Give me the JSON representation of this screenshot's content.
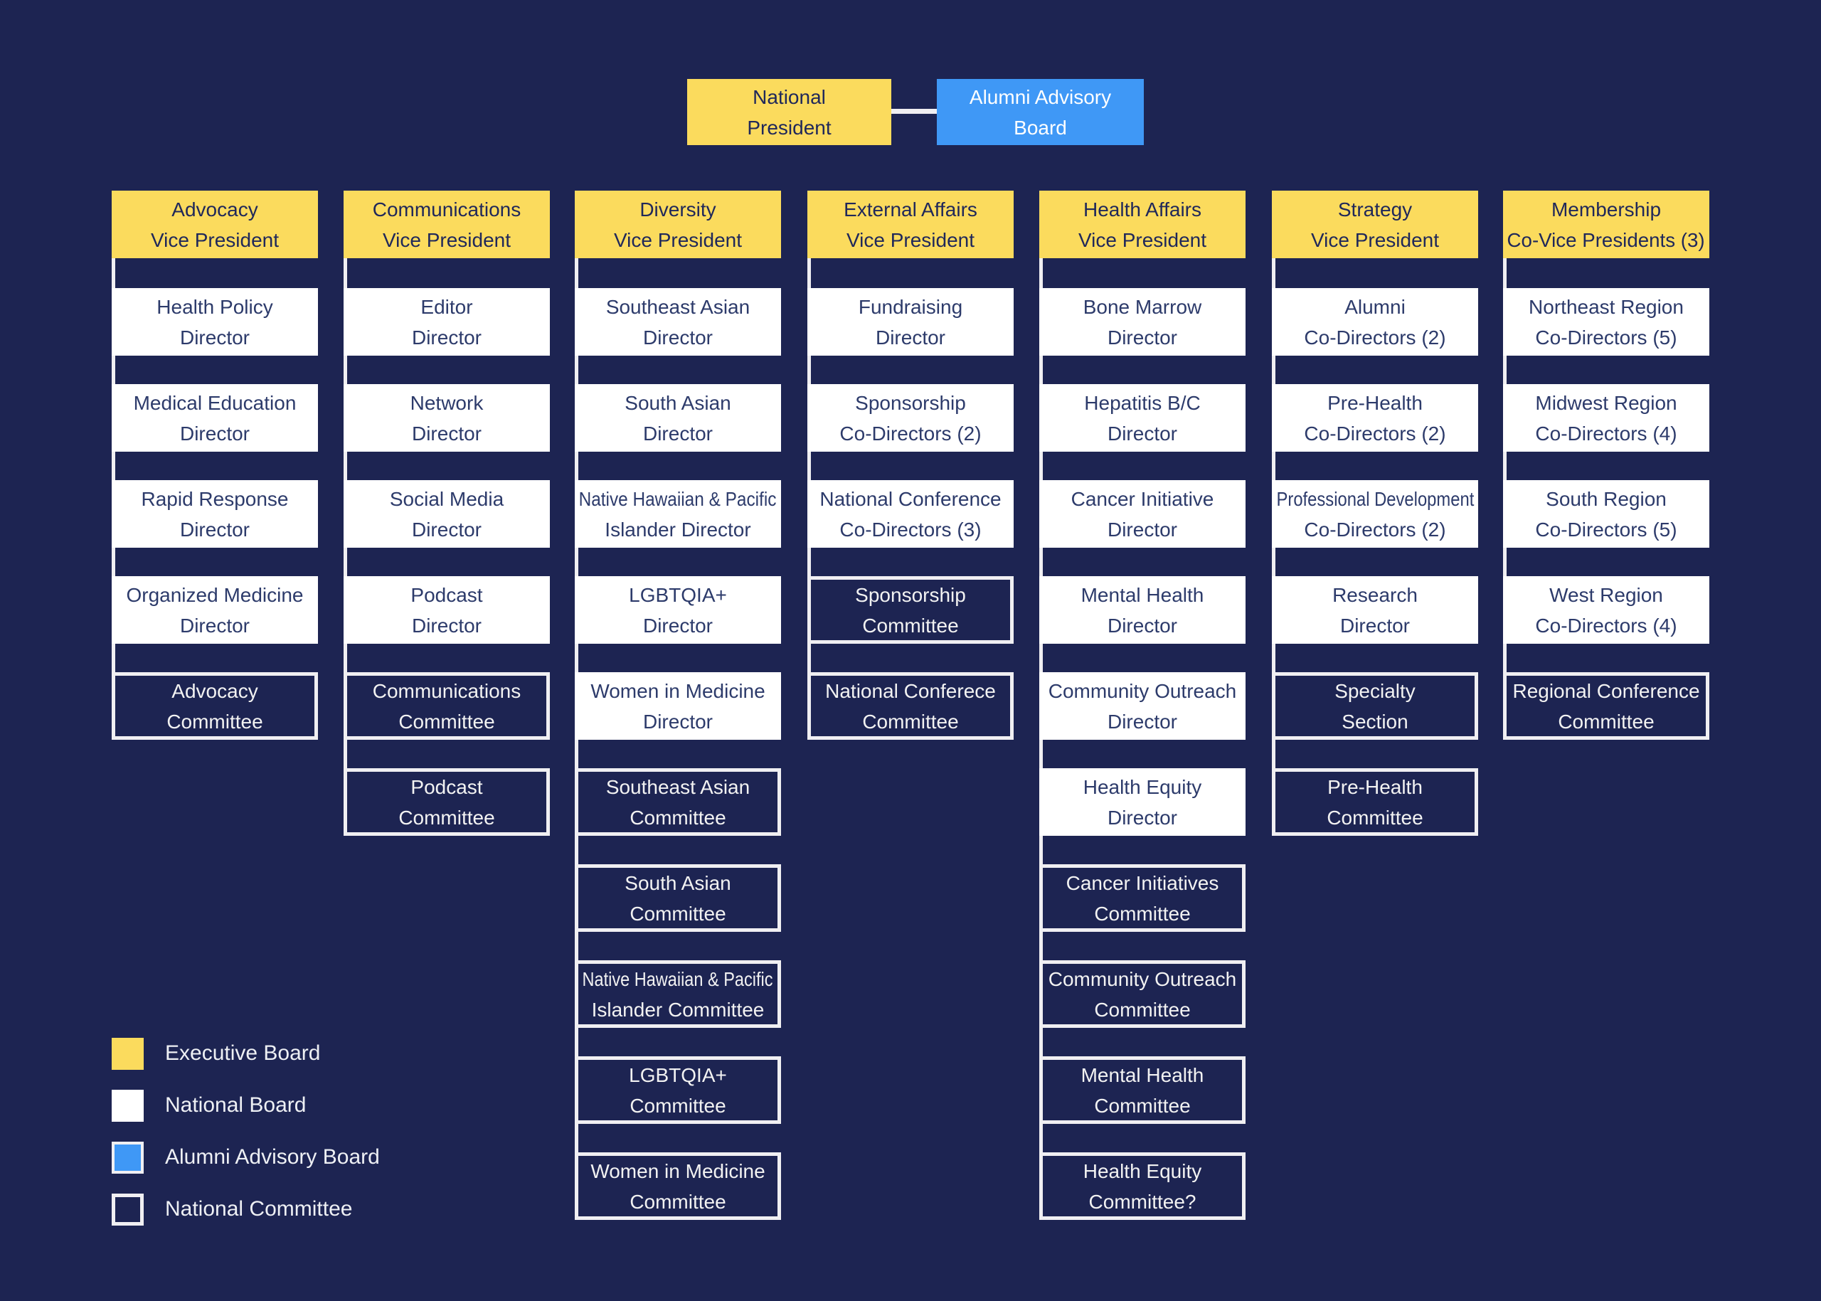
{
  "colors": {
    "background": "#1d2452",
    "executive_board": "#fbdb5d",
    "national_board": "#ffffff",
    "alumni_advisory_board": "#3f98f6",
    "committee_outline": "#f0eff2",
    "dark_text": "#20285a",
    "director_text": "#2d3b6b",
    "light_text": "#f2f2f2"
  },
  "top": {
    "president": {
      "lines": [
        "National",
        "President"
      ],
      "type": "executive"
    },
    "alumni_board": {
      "lines": [
        "Alumni Advisory",
        "Board"
      ],
      "type": "alumni"
    }
  },
  "columns": [
    {
      "header": {
        "lines": [
          "Advocacy",
          "Vice President"
        ]
      },
      "boxes": [
        {
          "lines": [
            "Health Policy",
            "Director"
          ],
          "type": "director"
        },
        {
          "lines": [
            "Medical Education",
            "Director"
          ],
          "type": "director"
        },
        {
          "lines": [
            "Rapid Response",
            "Director"
          ],
          "type": "director"
        },
        {
          "lines": [
            "Organized Medicine",
            "Director"
          ],
          "type": "director"
        },
        {
          "lines": [
            "Advocacy",
            "Committee"
          ],
          "type": "committee"
        }
      ]
    },
    {
      "header": {
        "lines": [
          "Communications",
          "Vice President"
        ]
      },
      "boxes": [
        {
          "lines": [
            "Editor",
            "Director"
          ],
          "type": "director"
        },
        {
          "lines": [
            "Network",
            "Director"
          ],
          "type": "director"
        },
        {
          "lines": [
            "Social Media",
            "Director"
          ],
          "type": "director"
        },
        {
          "lines": [
            "Podcast",
            "Director"
          ],
          "type": "director"
        },
        {
          "lines": [
            "Communications",
            "Committee"
          ],
          "type": "committee"
        },
        {
          "lines": [
            "Podcast",
            "Committee"
          ],
          "type": "committee"
        }
      ]
    },
    {
      "header": {
        "lines": [
          "Diversity",
          "Vice President"
        ]
      },
      "boxes": [
        {
          "lines": [
            "Southeast Asian",
            "Director"
          ],
          "type": "director"
        },
        {
          "lines": [
            "South Asian",
            "Director"
          ],
          "type": "director"
        },
        {
          "lines": [
            "Native Hawaiian & Pacific",
            "Islander Director"
          ],
          "type": "director"
        },
        {
          "lines": [
            "LGBTQIA+",
            "Director"
          ],
          "type": "director"
        },
        {
          "lines": [
            "Women in Medicine",
            "Director"
          ],
          "type": "director"
        },
        {
          "lines": [
            "Southeast Asian",
            "Committee"
          ],
          "type": "committee"
        },
        {
          "lines": [
            "South Asian",
            "Committee"
          ],
          "type": "committee"
        },
        {
          "lines": [
            "Native Hawaiian & Pacific",
            "Islander Committee"
          ],
          "type": "committee"
        },
        {
          "lines": [
            "LGBTQIA+",
            "Committee"
          ],
          "type": "committee"
        },
        {
          "lines": [
            "Women in Medicine",
            "Committee"
          ],
          "type": "committee"
        }
      ]
    },
    {
      "header": {
        "lines": [
          "External Affairs",
          "Vice President"
        ]
      },
      "boxes": [
        {
          "lines": [
            "Fundraising",
            "Director"
          ],
          "type": "director"
        },
        {
          "lines": [
            "Sponsorship",
            "Co-Directors (2)"
          ],
          "type": "director"
        },
        {
          "lines": [
            "National Conference",
            "Co-Directors (3)"
          ],
          "type": "director"
        },
        {
          "lines": [
            "Sponsorship",
            "Committee"
          ],
          "type": "committee"
        },
        {
          "lines": [
            "National Conferece",
            "Committee"
          ],
          "type": "committee"
        }
      ]
    },
    {
      "header": {
        "lines": [
          "Health Affairs",
          "Vice President"
        ]
      },
      "boxes": [
        {
          "lines": [
            "Bone Marrow",
            "Director"
          ],
          "type": "director"
        },
        {
          "lines": [
            "Hepatitis B/C",
            "Director"
          ],
          "type": "director"
        },
        {
          "lines": [
            "Cancer Initiative",
            "Director"
          ],
          "type": "director"
        },
        {
          "lines": [
            "Mental Health",
            "Director"
          ],
          "type": "director"
        },
        {
          "lines": [
            "Community Outreach",
            "Director"
          ],
          "type": "director"
        },
        {
          "lines": [
            "Health Equity",
            "Director"
          ],
          "type": "director"
        },
        {
          "lines": [
            "Cancer Initiatives",
            "Committee"
          ],
          "type": "committee"
        },
        {
          "lines": [
            "Community Outreach",
            "Committee"
          ],
          "type": "committee"
        },
        {
          "lines": [
            "Mental Health",
            "Committee"
          ],
          "type": "committee"
        },
        {
          "lines": [
            "Health Equity",
            "Committee?"
          ],
          "type": "committee"
        }
      ]
    },
    {
      "header": {
        "lines": [
          "Strategy",
          "Vice President"
        ]
      },
      "boxes": [
        {
          "lines": [
            "Alumni",
            "Co-Directors (2)"
          ],
          "type": "director"
        },
        {
          "lines": [
            "Pre-Health",
            "Co-Directors (2)"
          ],
          "type": "director"
        },
        {
          "lines": [
            "Professional Development",
            "Co-Directors (2)"
          ],
          "type": "director"
        },
        {
          "lines": [
            "Research",
            "Director"
          ],
          "type": "director"
        },
        {
          "lines": [
            "Specialty",
            "Section"
          ],
          "type": "committee"
        },
        {
          "lines": [
            "Pre-Health",
            "Committee"
          ],
          "type": "committee"
        }
      ]
    },
    {
      "header": {
        "lines": [
          "Membership",
          "Co-Vice Presidents (3)"
        ]
      },
      "boxes": [
        {
          "lines": [
            "Northeast Region",
            "Co-Directors (5)"
          ],
          "type": "director"
        },
        {
          "lines": [
            "Midwest Region",
            "Co-Directors (4)"
          ],
          "type": "director"
        },
        {
          "lines": [
            "South Region",
            "Co-Directors (5)"
          ],
          "type": "director"
        },
        {
          "lines": [
            "West Region",
            "Co-Directors (4)"
          ],
          "type": "director"
        },
        {
          "lines": [
            "Regional Conference",
            "Committee"
          ],
          "type": "committee"
        }
      ]
    }
  ],
  "legend": {
    "items": [
      {
        "label": "Executive Board",
        "swatch": "executive"
      },
      {
        "label": "National Board",
        "swatch": "national_board"
      },
      {
        "label": "Alumni Advisory Board",
        "swatch": "alumni"
      },
      {
        "label": "National Committee",
        "swatch": "committee"
      }
    ]
  }
}
